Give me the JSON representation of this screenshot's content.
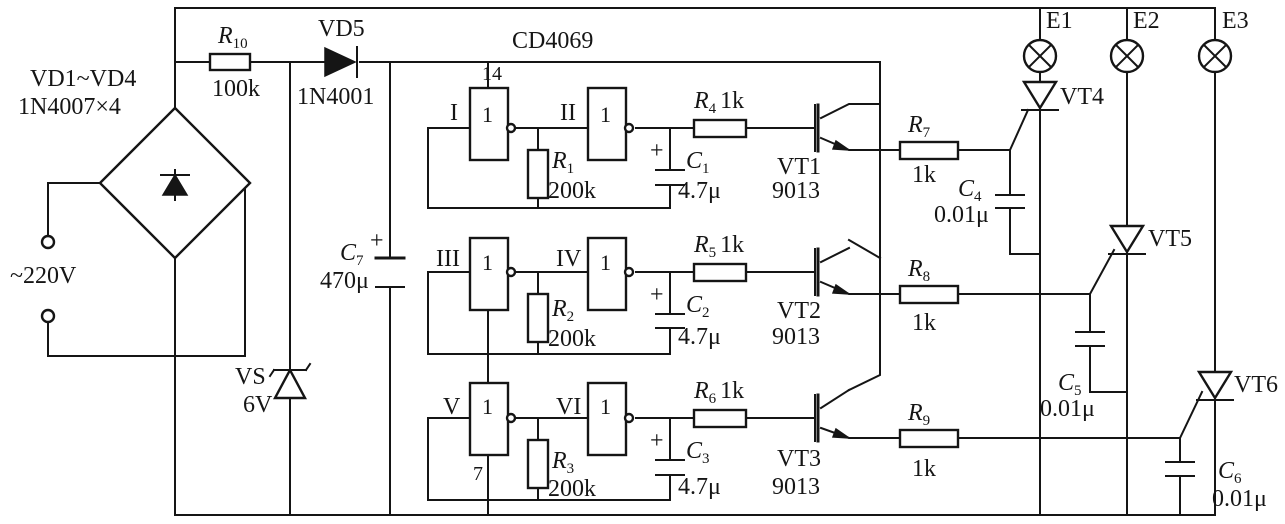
{
  "bridge": {
    "name": "VD1~VD4",
    "part": "1N4007×4"
  },
  "ac_source": "~220V",
  "r10": {
    "name": "R",
    "sub": "10",
    "value": "100k"
  },
  "vd5": {
    "name": "VD5",
    "part": "1N4001"
  },
  "vs": {
    "name": "VS",
    "value": "6V"
  },
  "c7": {
    "name": "C",
    "sub": "7",
    "value": "470μ",
    "plus": "+"
  },
  "ic": {
    "name": "CD4069",
    "vdd_pin": "14",
    "gnd_pin": "7"
  },
  "stages": [
    {
      "gate_a": "I",
      "gate_b": "II",
      "r_name": "R",
      "r_sub": "1",
      "r_value": "200k",
      "c_name": "C",
      "c_sub": "1",
      "c_value": "4.7μ",
      "rb_name": "R",
      "rb_sub": "4",
      "rb_value": "1k",
      "vt_name": "VT1",
      "vt_part": "9013",
      "rg_name": "R",
      "rg_sub": "7",
      "rg_value": "1k",
      "cs_name": "C",
      "cs_sub": "4",
      "cs_value": "0.01μ",
      "thy": "VT4",
      "lamp": "E1"
    },
    {
      "gate_a": "III",
      "gate_b": "IV",
      "r_name": "R",
      "r_sub": "2",
      "r_value": "200k",
      "c_name": "C",
      "c_sub": "2",
      "c_value": "4.7μ",
      "rb_name": "R",
      "rb_sub": "5",
      "rb_value": "1k",
      "vt_name": "VT2",
      "vt_part": "9013",
      "rg_name": "R",
      "rg_sub": "8",
      "rg_value": "1k",
      "cs_name": "C",
      "cs_sub": "5",
      "cs_value": "0.01μ",
      "thy": "VT5",
      "lamp": "E2"
    },
    {
      "gate_a": "V",
      "gate_b": "VI",
      "r_name": "R",
      "r_sub": "3",
      "r_value": "200k",
      "c_name": "C",
      "c_sub": "3",
      "c_value": "4.7μ",
      "rb_name": "R",
      "rb_sub": "6",
      "rb_value": "1k",
      "vt_name": "VT3",
      "vt_part": "9013",
      "rg_name": "R",
      "rg_sub": "9",
      "rg_value": "1k",
      "cs_name": "C",
      "cs_sub": "6",
      "cs_value": "0.01μ",
      "thy": "VT6",
      "lamp": "E3"
    }
  ],
  "gate_symbol": "1",
  "cap_plus": "+"
}
